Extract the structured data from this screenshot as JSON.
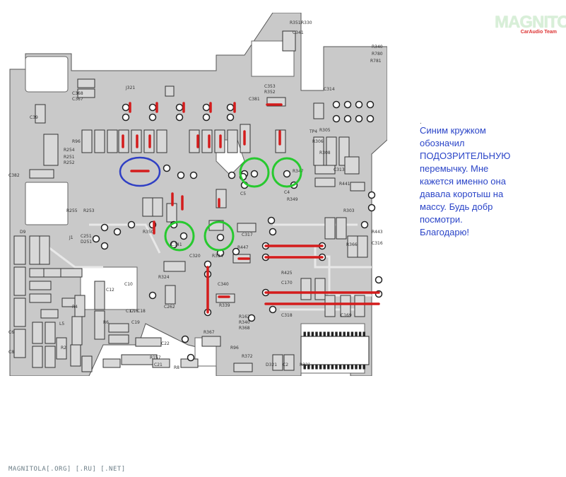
{
  "logo": {
    "text": "MAGNITOLA",
    "sub": "CarAudio Team"
  },
  "note": {
    "dot": ".",
    "lines": [
      "Синим кружком",
      "обозначил",
      "ПОДОЗРИТЕЛЬНУЮ",
      "перемычку. Мне",
      "кажется именно она",
      "давала коротыш на",
      "массу. Будь добр",
      "посмотри.",
      "Благодарю!"
    ]
  },
  "footer": "MAGNITOLA[.ORG] [.RU] [.NET]",
  "board": {
    "labels": [
      "J321",
      "C368",
      "C367",
      "C39",
      "R254",
      "R251",
      "R252",
      "C382",
      "R255",
      "R253",
      "C251",
      "D251",
      "D9",
      "J1",
      "R96",
      "C381",
      "C353",
      "R352",
      "R351",
      "R330",
      "C341",
      "R340",
      "R780",
      "R781",
      "C314",
      "TP4",
      "R305",
      "R308",
      "R306",
      "C313",
      "R441",
      "R303",
      "R366",
      "R443",
      "C316",
      "C317",
      "R447",
      "R334",
      "C340",
      "R339",
      "R324",
      "R425",
      "C170",
      "C169",
      "C318",
      "R162",
      "R340",
      "R368",
      "R367",
      "R372",
      "R157",
      "C21",
      "C22",
      "R8",
      "R6",
      "C12",
      "C10",
      "C17",
      "C16",
      "C18",
      "C19",
      "R4",
      "L5",
      "R2",
      "C6",
      "C8",
      "C5",
      "C4",
      "R349",
      "R347",
      "C341",
      "R350",
      "C320",
      "R96",
      "C262",
      "D321",
      "C2",
      "R321"
    ],
    "highlight_colors": {
      "jumper": "#d41c1c",
      "suspect": "#2f3fc4",
      "points": "#27c92f"
    }
  }
}
